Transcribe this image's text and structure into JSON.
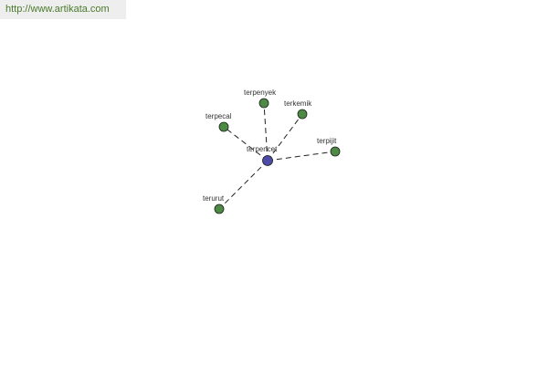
{
  "banner": {
    "url": "http://www.artikata.com",
    "background": "#eeeeee",
    "color": "#4a7a2c"
  },
  "graph": {
    "center": {
      "label": "terpencet",
      "color": "#4c4ca6"
    },
    "leaf_color": "#4d8a44",
    "nodes": [
      {
        "id": "terpenyek",
        "label": "terpenyek"
      },
      {
        "id": "terkemik",
        "label": "terkemik"
      },
      {
        "id": "terpecal",
        "label": "terpecal"
      },
      {
        "id": "terpijit",
        "label": "terpijit"
      },
      {
        "id": "terurut",
        "label": "terurut"
      }
    ]
  }
}
